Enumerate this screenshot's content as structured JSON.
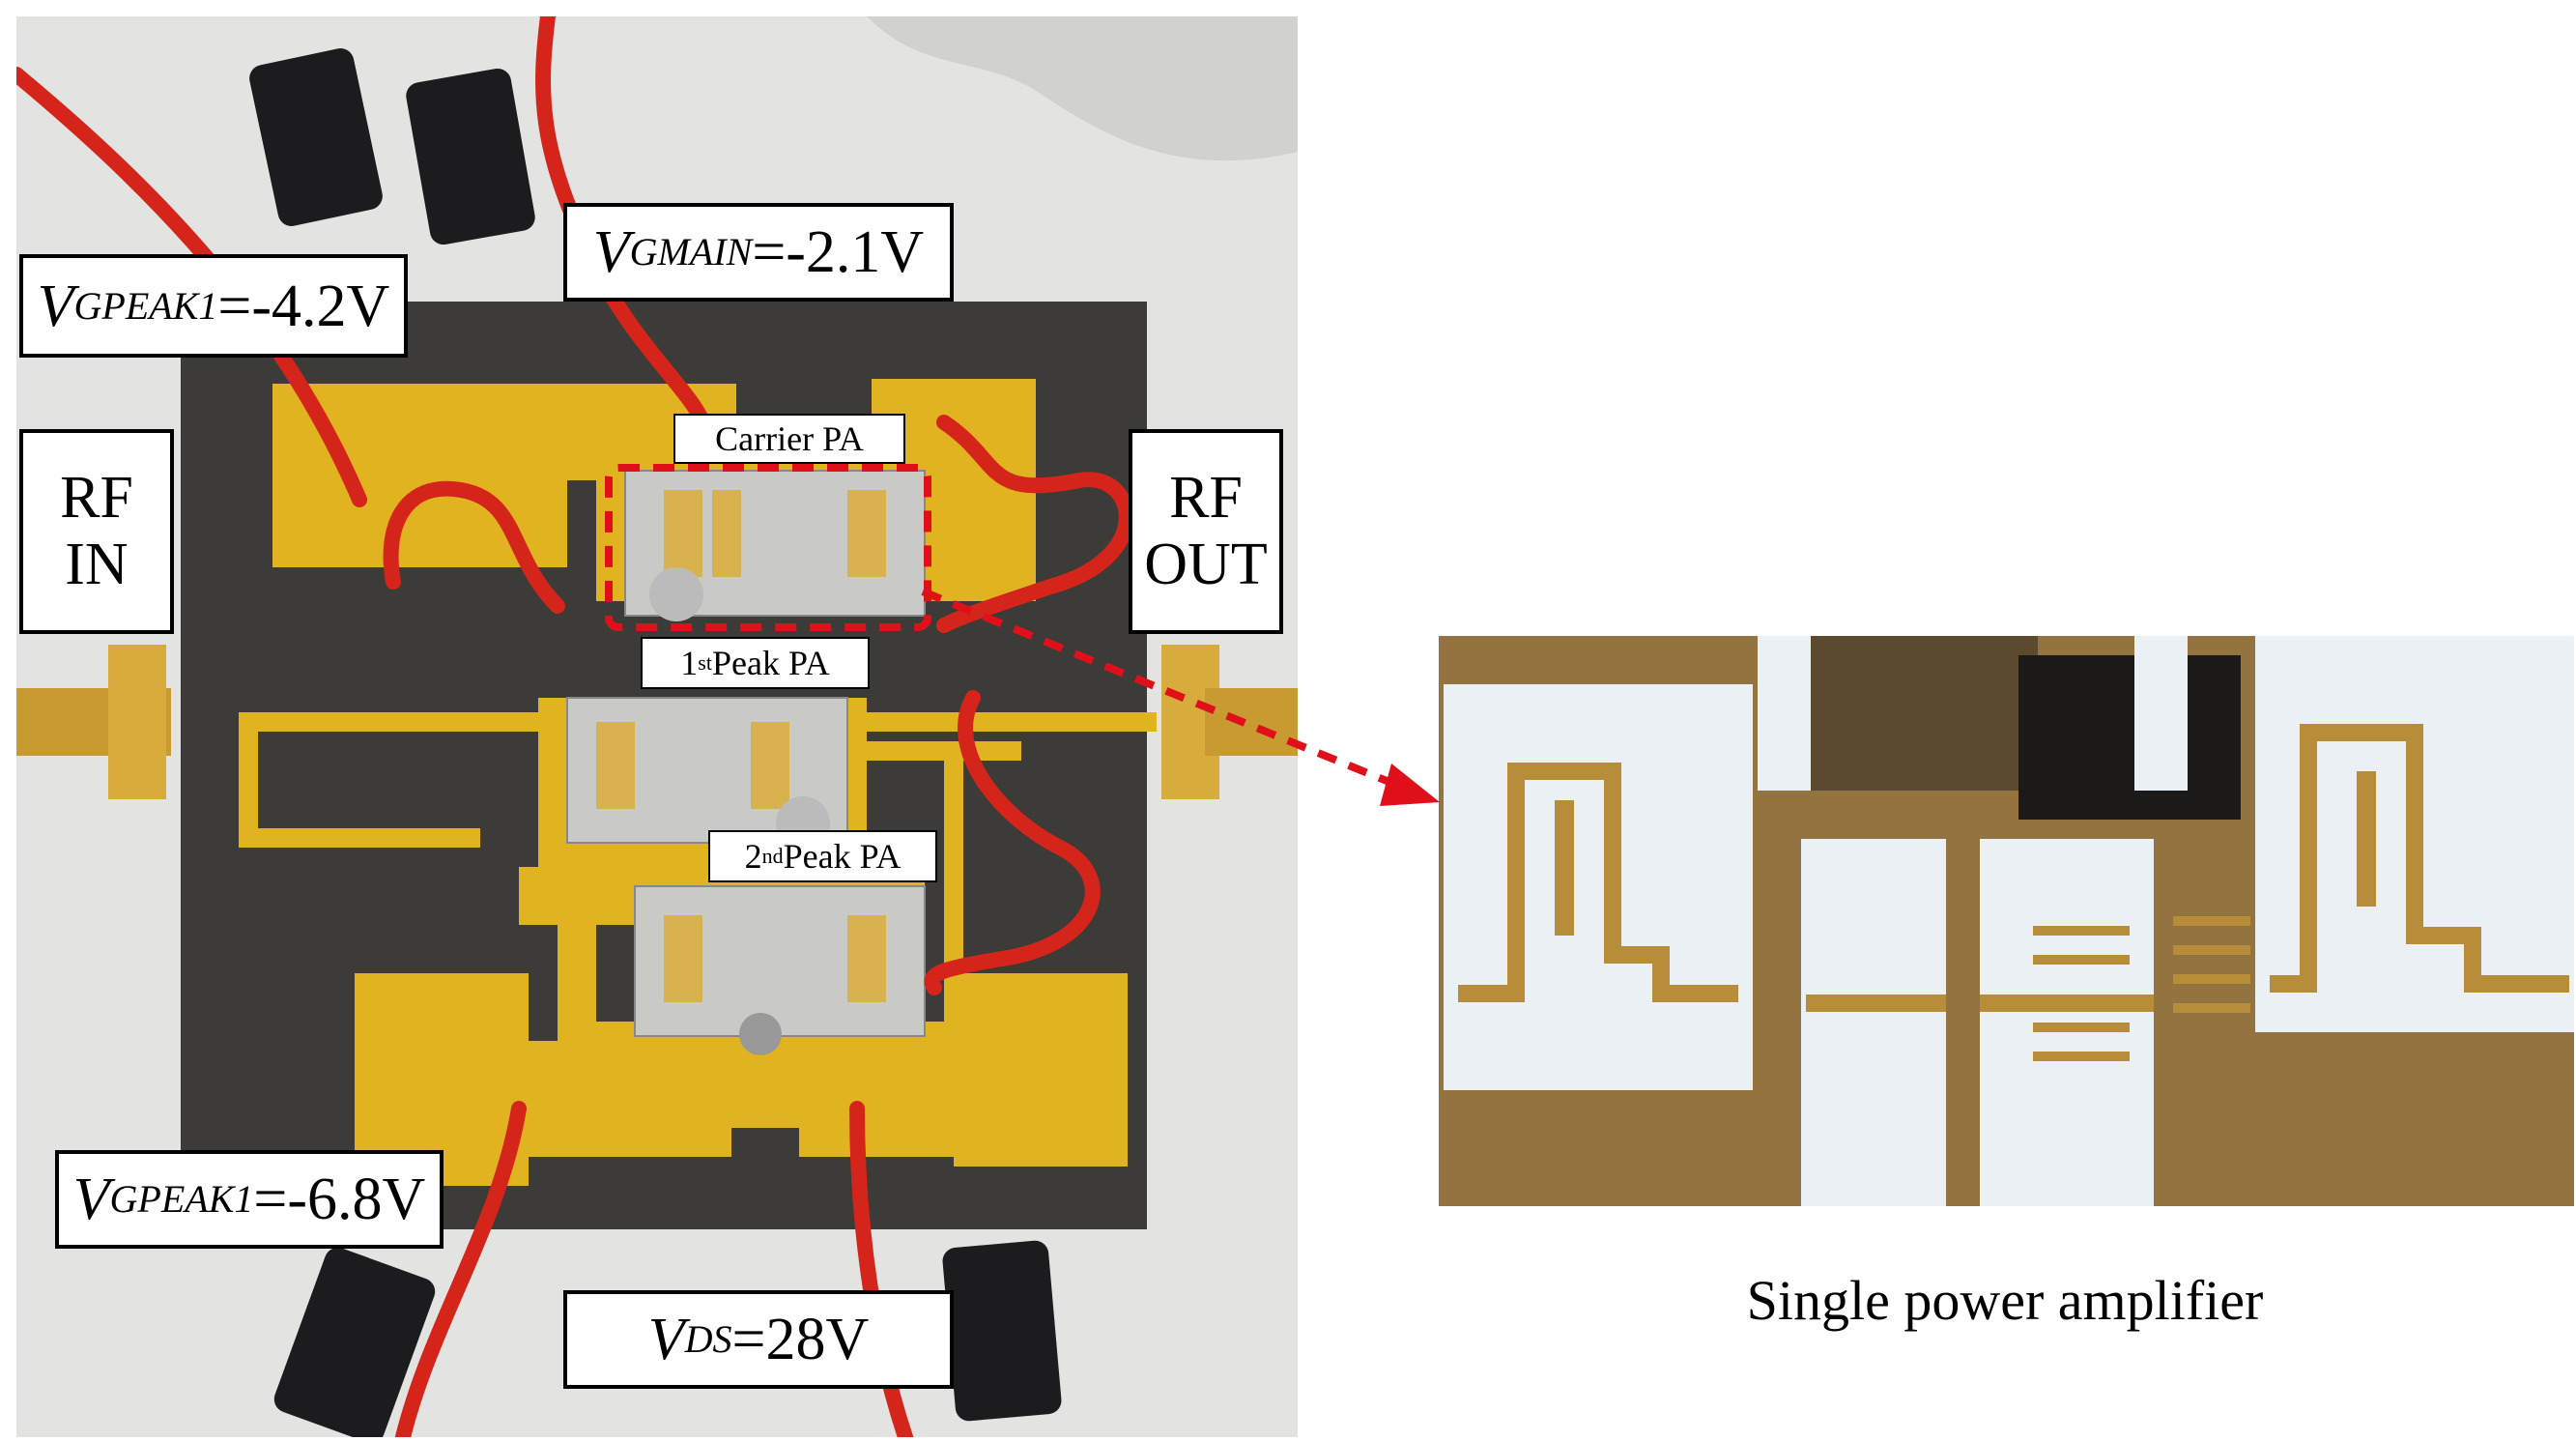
{
  "labels": {
    "vgpeak1_top": {
      "symbol": "V",
      "subscript": "GPEAK1",
      "value": "=-4.2V"
    },
    "vgmain": {
      "symbol": "V",
      "subscript": "GMAIN",
      "value": "=-2.1V"
    },
    "vgpeak1_bottom": {
      "symbol": "V",
      "subscript": "GPEAK1",
      "value": "=-6.8V"
    },
    "vds": {
      "symbol": "V",
      "subscript": "DS",
      "value": "=28V"
    },
    "rf_in": {
      "line1": "RF",
      "line2": "IN"
    },
    "rf_out": {
      "line1": "RF",
      "line2": "OUT"
    },
    "carrier_pa": "Carrier PA",
    "peak1": {
      "num": "1",
      "sup": "st",
      "text": " Peak PA"
    },
    "peak2": {
      "num": "2",
      "sup": "nd",
      "text": " Peak PA"
    }
  },
  "caption": "Single power amplifier",
  "colors": {
    "pcb": "#3d3b37",
    "gold": "#e4b521",
    "wire": "#d8241a",
    "highlight": "#e0101a"
  }
}
